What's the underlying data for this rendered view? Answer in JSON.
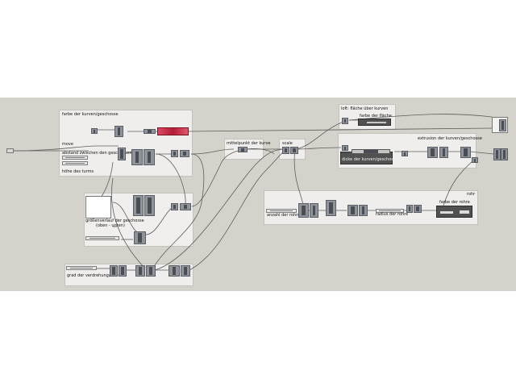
{
  "labels": {
    "farbe_kurven": "farbe der kurven/geschosse",
    "move": "move",
    "abstand": "abstand zwischen den geschossen",
    "hoehe": "höhe des turms",
    "groessenverlauf": "größenverlauf der geschosse",
    "oben_unten": "(oben - unten)",
    "grad_drehung": "grad der verdrehung/rotation",
    "mittelpunkt": "mittelpunkt der kurve",
    "scale": "scale",
    "loft": "loft: fläche über kurven",
    "farbe_flaeche": "farbe der fläche",
    "extrusion": "extrusion der kurven/geschosse",
    "dicke": "dicke der kurven/geschosse",
    "rohr": "rohr",
    "farbe_rohre": "farbe der rohre",
    "anzahl_rohre": "anzahl der rohre",
    "radius_rohre": "radius der rohre"
  },
  "colors": {
    "canvas": "#d5d2cb",
    "group": "#efeeec",
    "component": "#8f949b",
    "swatch": "#c8283f",
    "wire": "#5d5d5d"
  }
}
